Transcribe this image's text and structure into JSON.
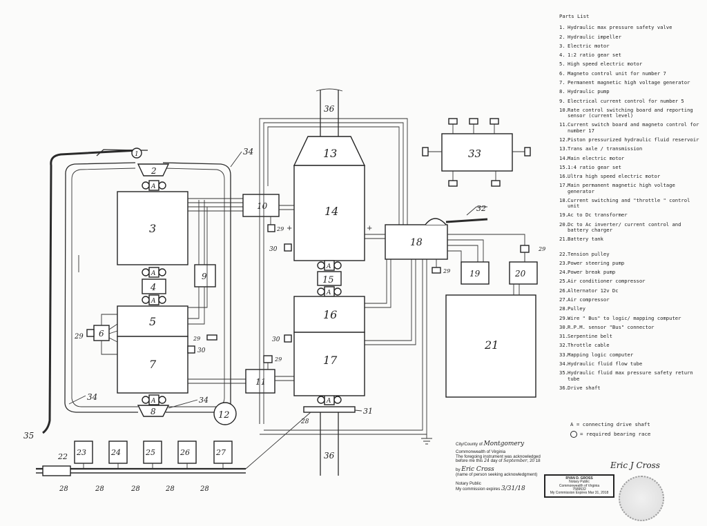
{
  "parts_list": {
    "title": "Parts List",
    "items": [
      {
        "n": "1.",
        "t": "Hydraulic max pressure safety valve"
      },
      {
        "n": "2.",
        "t": "Hydraulic impeller"
      },
      {
        "n": "3.",
        "t": "Electric motor"
      },
      {
        "n": "4.",
        "t": "1:2 ratio gear set"
      },
      {
        "n": "5.",
        "t": "High speed electric motor"
      },
      {
        "n": "6.",
        "t": "Magneto control unit for number 7"
      },
      {
        "n": "7.",
        "t": "Permanent magnetic high voltage generator"
      },
      {
        "n": "8.",
        "t": "Hydraulic pump"
      },
      {
        "n": "9.",
        "t": "Electrical current control for number 5"
      },
      {
        "n": "10.",
        "t": "Rate control switching board and reporting sensor (current level)"
      },
      {
        "n": "11.",
        "t": "Current switch board and magneto control for number 17"
      },
      {
        "n": "12.",
        "t": "Piston pressurized hydraulic fluid reservoir"
      },
      {
        "n": "13.",
        "t": "Trans axle / transmission"
      },
      {
        "n": "14.",
        "t": "Main electric motor"
      },
      {
        "n": "15.",
        "t": "1:4 ratio gear set"
      },
      {
        "n": "16.",
        "t": "Ultra high speed electric motor"
      },
      {
        "n": "17.",
        "t": "Main permanent magnetic high voltage generator"
      },
      {
        "n": "18.",
        "t": "Current switching and \"throttle \" control unit"
      },
      {
        "n": "19.",
        "t": "Ac to Dc transformer"
      },
      {
        "n": "20.",
        "t": "Dc to Ac inverter/ current control and battery charger"
      },
      {
        "n": "21.",
        "t": "Battery tank"
      },
      {
        "n": "22.",
        "t": "Tension pulley"
      },
      {
        "n": "23.",
        "t": "Power steering pump"
      },
      {
        "n": "24.",
        "t": "Power break pump"
      },
      {
        "n": "25.",
        "t": "Air conditioner compressor"
      },
      {
        "n": "26.",
        "t": "Alternator 12v Dc"
      },
      {
        "n": "27.",
        "t": "Air compressor"
      },
      {
        "n": "28.",
        "t": "Pulley"
      },
      {
        "n": "29.",
        "t": "Wire \" Bus\" to logic/ mapping computer"
      },
      {
        "n": "30.",
        "t": "R.P.M.  sensor \"Bus\" connector"
      },
      {
        "n": "31.",
        "t": "Serpentine belt"
      },
      {
        "n": "32.",
        "t": "Throttle cable"
      },
      {
        "n": "33.",
        "t": "Mapping logic computer"
      },
      {
        "n": "34.",
        "t": "Hydraulic fluid flow tube"
      },
      {
        "n": "35.",
        "t": "Hydraulic fluid max pressure safety return tube"
      },
      {
        "n": "36.",
        "t": "Drive shaft"
      }
    ],
    "legend_a": "A = connecting drive shaft",
    "legend_circle": "= required bearing race"
  },
  "diagram": {
    "labels": {
      "c1": "1",
      "c2": "2",
      "c3": "3",
      "c4": "4",
      "c5": "5",
      "c6": "6",
      "c7": "7",
      "c8": "8",
      "c9": "9",
      "c10": "10",
      "c11": "11",
      "c12": "12",
      "c13": "13",
      "c14": "14",
      "c15": "15",
      "c16": "16",
      "c17": "17",
      "c18": "18",
      "c19": "19",
      "c20": "20",
      "c21": "21",
      "c22": "22",
      "c23": "23",
      "c24": "24",
      "c25": "25",
      "c26": "26",
      "c27": "27",
      "c28": "28",
      "c29": "29",
      "c30": "30",
      "c31": "31",
      "c32": "32",
      "c33": "33",
      "c34": "34",
      "c35": "35",
      "c36": "36",
      "a": "A",
      "plus": "+",
      "minus": "−"
    }
  },
  "notary": {
    "county_label": "City/County of",
    "county_value": "Montgomery",
    "state": "Commonwealth of Virginia",
    "line1": "The foregoing instrument was acknowledged",
    "line2": "before me this",
    "date_day": "24",
    "date_word": "day of",
    "date_month": "September",
    "date_year": "20 18",
    "by": "by",
    "by_name": "Eric Cross",
    "name_caption": "(name of person seeking acknowledgment)",
    "notary_public": "Notary Public",
    "expires_label": "My commission expires",
    "expires_value": "3/31/18",
    "stamp_name": "RYAN D. GROSS",
    "stamp_title": "Notary Public",
    "stamp_state": "Commonwealth of Virginia",
    "stamp_id": "7589532",
    "stamp_exp": "My Commission Expires Mar 31, 2018",
    "signature": "Eric J Cross"
  }
}
